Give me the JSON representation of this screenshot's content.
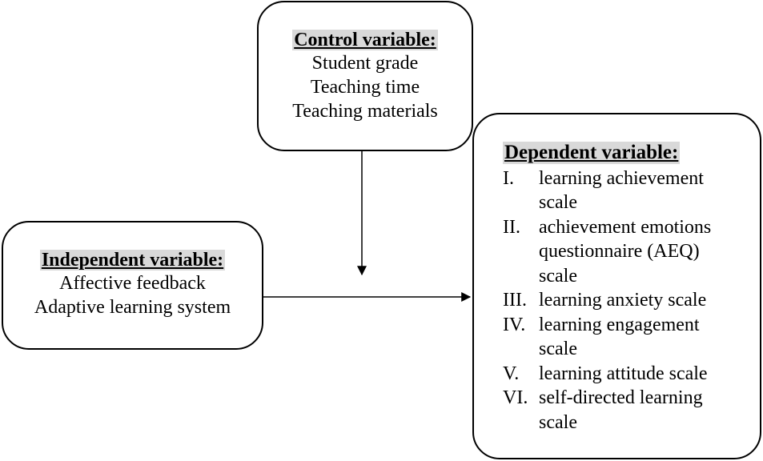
{
  "control": {
    "title": "Control variable:",
    "items": [
      "Student grade",
      "Teaching time",
      "Teaching materials"
    ]
  },
  "independent": {
    "title": "Independent variable:",
    "items": [
      "Affective feedback",
      "Adaptive learning system"
    ]
  },
  "dependent": {
    "title": "Dependent variable:",
    "items": [
      {
        "num": "I.",
        "text": "learning achievement scale"
      },
      {
        "num": "II.",
        "text": "achievement emotions questionnaire (AEQ) scale"
      },
      {
        "num": "III.",
        "text": "learning anxiety scale"
      },
      {
        "num": "IV.",
        "text": "learning engagement scale"
      },
      {
        "num": "V.",
        "text": "learning attitude scale"
      },
      {
        "num": "VI.",
        "text": "self-directed learning scale"
      }
    ]
  }
}
